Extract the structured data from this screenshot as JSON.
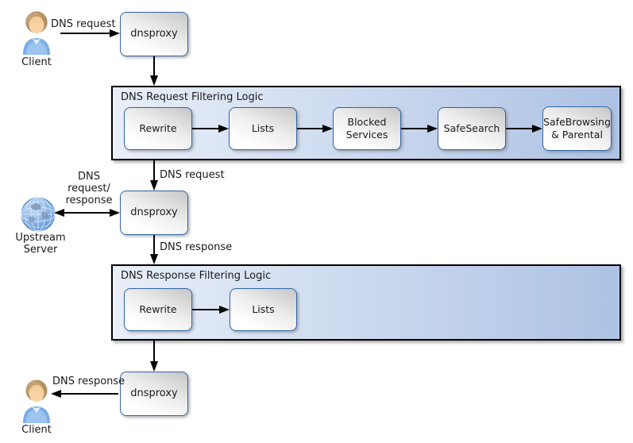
{
  "diagram": {
    "nodes": {
      "client_top": "Client",
      "dnsproxy_1": "dnsproxy",
      "dnsproxy_2": "dnsproxy",
      "dnsproxy_3": "dnsproxy",
      "upstream_server": "Upstream Server",
      "client_bottom": "Client"
    },
    "request_pipeline": {
      "title": "DNS Request Filtering Logic",
      "stages": [
        "Rewrite",
        "Lists",
        "Blocked Services",
        "SafeSearch",
        "SafeBrowsing & Parental"
      ]
    },
    "response_pipeline": {
      "title": "DNS Response Filtering Logic",
      "stages": [
        "Rewrite",
        "Lists"
      ]
    },
    "edge_labels": {
      "client_to_proxy": "DNS request",
      "pipeline_to_proxy": "DNS request",
      "upstream_exchange_lines": [
        "DNS",
        "request/",
        "response"
      ],
      "proxy_to_pipeline": "DNS response",
      "proxy_to_client": "DNS response"
    },
    "icons": {
      "client_top": "person-icon",
      "upstream": "globe-icon",
      "client_bottom": "person-icon"
    },
    "colors": {
      "node_border": "#3465a4",
      "node_fill_light": "#ffffff",
      "node_fill_dark": "#c6c6c6",
      "container_fill_left": "#e9eff9",
      "container_fill_right": "#adc2e4",
      "container_border": "#000000",
      "arrow": "#000000",
      "text": "#1a1a1a"
    }
  }
}
